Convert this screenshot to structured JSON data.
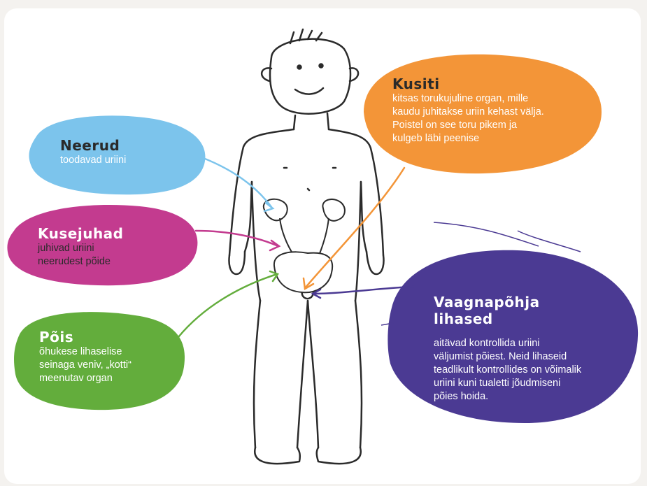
{
  "colors": {
    "neerud": "#7cc4ec",
    "kusejuhad": "#c33b8f",
    "pois": "#63ad3c",
    "kusiti": "#f39538",
    "vaagnapohja": "#4b3a93",
    "figure_stroke": "#2b2b2b"
  },
  "labels": {
    "neerud": {
      "title": "Neerud",
      "text": "toodavad uriini"
    },
    "kusejuhad": {
      "title": "Kusejuhad",
      "lines": [
        "juhivad uriini",
        "neerudest põide"
      ]
    },
    "pois": {
      "title": "Põis",
      "lines": [
        "õhukese lihaselise",
        "seinaga veniv, „kotti“",
        "meenutav organ"
      ]
    },
    "kusiti": {
      "title": "Kusiti",
      "lines": [
        "kitsas torukujuline organ, mille",
        "kaudu juhitakse uriin kehast välja.",
        "Poistel on see toru pikem ja",
        "kulgeb läbi  peenise"
      ]
    },
    "vaagnapohja": {
      "title_lines": [
        "Vaagnapõhja",
        "lihased"
      ],
      "lines": [
        "aitävad kontrollida uriini",
        "väljumist põiest. Neid lihaseid",
        "teadlikult kontrollides on võimalik",
        "uriini kuni tualetti jõudmiseni",
        "põies hoida."
      ]
    }
  }
}
